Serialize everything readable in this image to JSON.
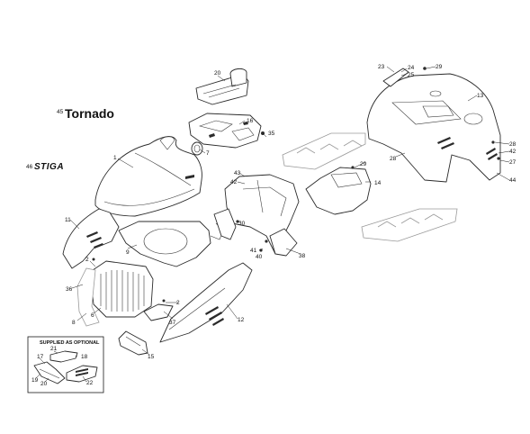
{
  "labels": {
    "brand_tornado": "Tornado",
    "brand_stiga": "STIGA",
    "optional_title": "SUPPLIED AS OPTIONAL",
    "n1": "1",
    "n2a": "2",
    "n2b": "2",
    "n6": "6",
    "n7": "7",
    "n8": "8",
    "n9": "9",
    "n11": "11",
    "n12": "12",
    "n13": "13",
    "n14": "14",
    "n15": "15",
    "n16": "16",
    "n17": "17",
    "n18": "18",
    "n19": "19",
    "n20": "20",
    "n20b": "20",
    "n21": "21",
    "n22": "22",
    "n23": "23",
    "n24": "24",
    "n25": "25",
    "n27": "27",
    "n28a": "28",
    "n28b": "28",
    "n29a": "29",
    "n29b": "29",
    "n30": "30",
    "n35": "35",
    "n36": "36",
    "n37": "37",
    "n38": "38",
    "n40": "40",
    "n41": "41",
    "n42a": "42",
    "n42b": "42",
    "n43": "43",
    "n44": "44",
    "n45": "45",
    "n46": "46"
  },
  "colors": {
    "line": "#2b2b2b",
    "light_line": "#9a9a9a",
    "background": "#ffffff"
  }
}
